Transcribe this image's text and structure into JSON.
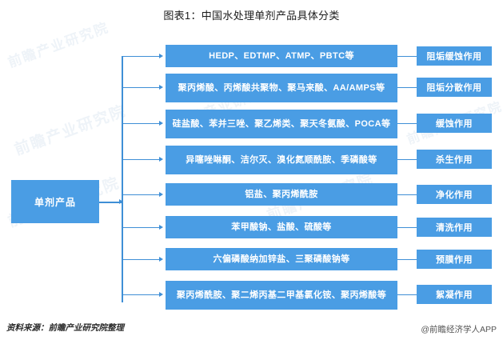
{
  "title": "图表1：中国水处理单剂产品具体分类",
  "root": {
    "label": "单剂产品"
  },
  "rows": [
    {
      "product": "HEDP、EDTMP、ATMP、PBTC等",
      "effect": "阻垢缓蚀作用"
    },
    {
      "product": "聚丙烯酸、丙烯酸共聚物、聚马来酸、AA/AMPS等",
      "effect": "阻垢分散作用"
    },
    {
      "product": "硅盐酸、苯并三唑、聚乙烯类、聚天冬氨酸、POCA等",
      "effect": "缓蚀作用"
    },
    {
      "product": "异噻唑啉酮、洁尔灭、溴化氮顺酰胺、季磷酸等",
      "effect": "杀生作用"
    },
    {
      "product": "铝盐、聚丙烯酰胺",
      "effect": "净化作用"
    },
    {
      "product": "苯甲酸钠、盐酸、硫酸等",
      "effect": "清洗作用"
    },
    {
      "product": "六偏磷酸纳加锌盐、三聚磷酸钠等",
      "effect": "预膜作用"
    },
    {
      "product": "聚丙烯酰胺、聚二烯丙基二甲基氯化铵、聚丙烯酸等",
      "effect": "絮凝作用"
    }
  ],
  "footer": {
    "source": "资料来源：前瞻产业研究院整理",
    "credit": "@前瞻经济学人APP"
  },
  "watermarks": [
    "前瞻产业研究院",
    "前瞻产业研究院",
    "前瞻产业研究院",
    "前瞻产业研究院",
    "前瞻产业研究院",
    "前瞻产业研究院"
  ],
  "colors": {
    "box_fill": "#4a9de4",
    "connector": "#3f8fd6",
    "box_text": "#ffffff",
    "title_text": "#1a1a1a"
  }
}
